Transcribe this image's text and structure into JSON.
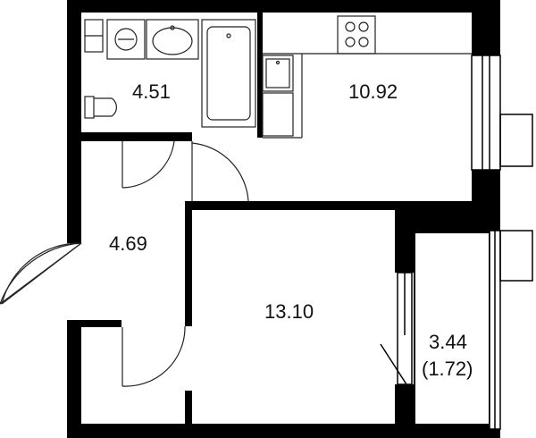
{
  "floor_plan": {
    "wall_color": "#000000",
    "background_color": "#ffffff",
    "line_color": "#222222",
    "rooms": [
      {
        "id": "bathroom",
        "area": "4.51"
      },
      {
        "id": "kitchen",
        "area": "10.92"
      },
      {
        "id": "hallway",
        "area": "4.69"
      },
      {
        "id": "living-room",
        "area": "13.10"
      },
      {
        "id": "balcony",
        "area": "3.44",
        "area_reduced": "(1.72)"
      }
    ]
  }
}
